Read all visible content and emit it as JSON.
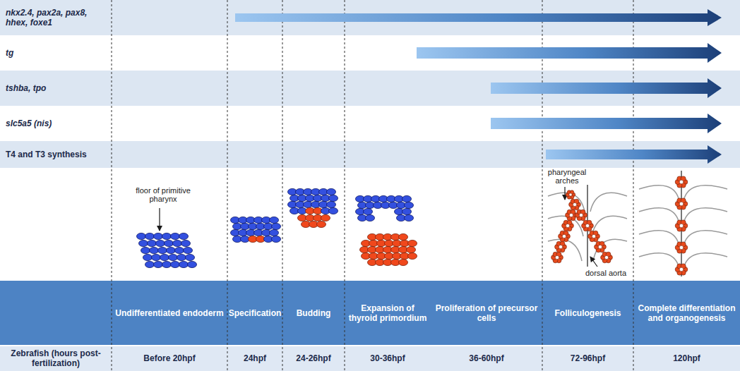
{
  "diagram": {
    "nodes": [
      {
        "text": [
          "nkx2.4, pax2a, pax8, hhex, foxe1"
        ]
      },
      {
        "text": [
          "tg"
        ]
      },
      {
        "text": [
          "tshba, tpo"
        ]
      },
      {
        "text": [
          "slc5a5 (nis)"
        ]
      },
      {
        "text": [
          "T4 and T3 synthesis"
        ]
      }
    ],
    "labels": [
      "floor of primitive pharynx",
      "pharyngeal arches",
      "dorsal aorta",
      "Undifferentiated endoderm",
      "Specification",
      "Budding",
      "Expansion of thyroid primordium",
      "Proliferation of precursor cells",
      "Folliculogenesis",
      "Complete differentiation and organogenesis",
      "Zebrafish (hours post-fertilization)",
      "Before 20hpf",
      "24hpf",
      "24-26hpf",
      "30-36hpf",
      "36-60hpf",
      "72-96hpf",
      "120hpf"
    ]
  }
}
